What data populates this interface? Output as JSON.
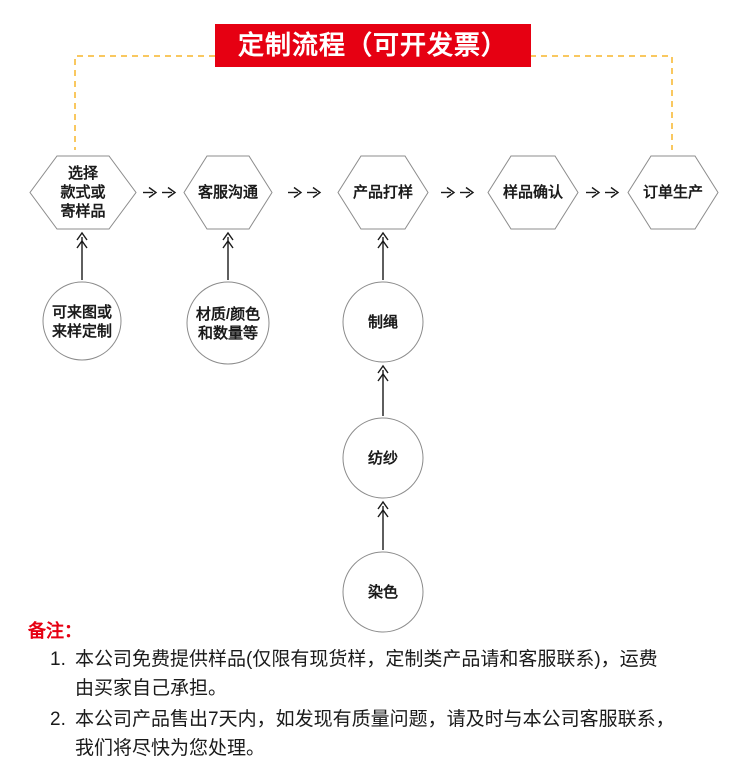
{
  "banner": {
    "title": "定制流程（可开发票）"
  },
  "flow": {
    "hexagons": [
      {
        "label": "选择\n款式或\n寄样品"
      },
      {
        "label": "客服沟通"
      },
      {
        "label": "产品打样"
      },
      {
        "label": "样品确认"
      },
      {
        "label": "订单生产"
      }
    ],
    "circles": [
      {
        "label": "可来图或\n来样定制"
      },
      {
        "label": "材质/颜色\n和数量等"
      },
      {
        "label": "制绳"
      },
      {
        "label": "纺纱"
      },
      {
        "label": "染色"
      }
    ]
  },
  "notes": {
    "heading": "备注：",
    "items": [
      {
        "num": "1.",
        "text": "本公司免费提供样品(仅限有现货样，定制类产品请和客服联系)，运费\n由买家自己承担。"
      },
      {
        "num": "2.",
        "text": "本公司产品售出7天内，如发现有质量问题，请及时与本公司客服联系，\n我们将尽快为您处理。"
      }
    ]
  },
  "colors": {
    "accent_red": "#e60012",
    "dashed_line": "#f7b52c",
    "shape_border": "#8c8c8c",
    "arrow": "#1a1a1a",
    "text": "#1a1a1a"
  }
}
